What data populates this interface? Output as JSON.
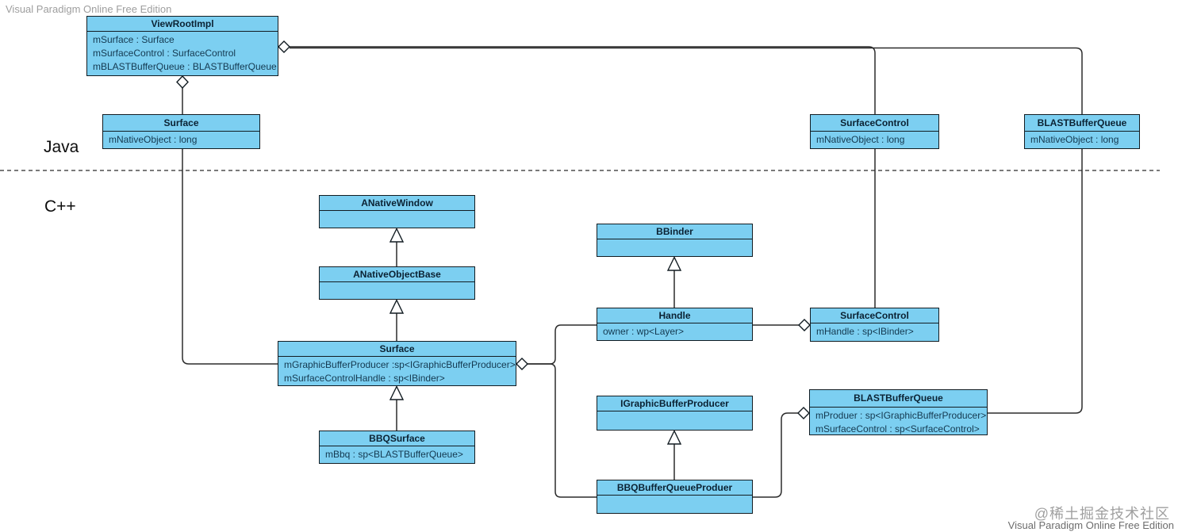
{
  "watermarks": {
    "top_left": "Visual Paradigm Online Free Edition",
    "bottom_right": "Visual Paradigm Online Free Edition",
    "community": "@稀土掘金技术社区"
  },
  "layers": {
    "java_label": "Java",
    "cpp_label": "C++"
  },
  "colors": {
    "class_fill": "#7ccff1",
    "class_border": "#121c22",
    "connector": "#2b2b2b",
    "watermark_gray": "#9e9e9e"
  },
  "diagram_type": "UML class diagram",
  "classes": [
    {
      "id": "viewrootimpl",
      "layer": "Java",
      "name": "ViewRootImpl",
      "attributes": [
        "mSurface : Surface",
        "mSurfaceControl : SurfaceControl",
        "mBLASTBufferQueue : BLASTBufferQueue"
      ]
    },
    {
      "id": "surface-java",
      "layer": "Java",
      "name": "Surface",
      "attributes": [
        "mNativeObject : long"
      ]
    },
    {
      "id": "surfacecontrol-java",
      "layer": "Java",
      "name": "SurfaceControl",
      "attributes": [
        "mNativeObject : long"
      ]
    },
    {
      "id": "blastbufferqueue-java",
      "layer": "Java",
      "name": "BLASTBufferQueue",
      "attributes": [
        "mNativeObject : long"
      ]
    },
    {
      "id": "anativewindow",
      "layer": "C++",
      "name": "ANativeWindow",
      "attributes": []
    },
    {
      "id": "anativeobjectbase",
      "layer": "C++",
      "name": "ANativeObjectBase",
      "attributes": []
    },
    {
      "id": "surface-cpp",
      "layer": "C++",
      "name": "Surface",
      "attributes": [
        "mGraphicBufferProducer :sp<IGraphicBufferProducer>",
        "mSurfaceControlHandle : sp<IBinder>"
      ]
    },
    {
      "id": "bbqsurface",
      "layer": "C++",
      "name": "BBQSurface",
      "attributes": [
        "mBbq : sp<BLASTBufferQueue>"
      ]
    },
    {
      "id": "bbinder",
      "layer": "C++",
      "name": "BBinder",
      "attributes": []
    },
    {
      "id": "handle",
      "layer": "C++",
      "name": "Handle",
      "attributes": [
        "owner : wp<Layer>"
      ]
    },
    {
      "id": "surfacecontrol-cpp",
      "layer": "C++",
      "name": "SurfaceControl",
      "attributes": [
        "mHandle : sp<IBinder>"
      ]
    },
    {
      "id": "igraphicbufferproducer",
      "layer": "C++",
      "name": "IGraphicBufferProducer",
      "attributes": []
    },
    {
      "id": "bbqbufferqueueproduer",
      "layer": "C++",
      "name": "BBQBufferQueueProduer",
      "attributes": []
    },
    {
      "id": "blastbufferqueue-cpp",
      "layer": "C++",
      "name": "BLASTBufferQueue",
      "attributes": [
        "mProduer : sp<IGraphicBufferProducer>",
        "mSurfaceControl : sp<SurfaceControl>"
      ]
    }
  ]
}
